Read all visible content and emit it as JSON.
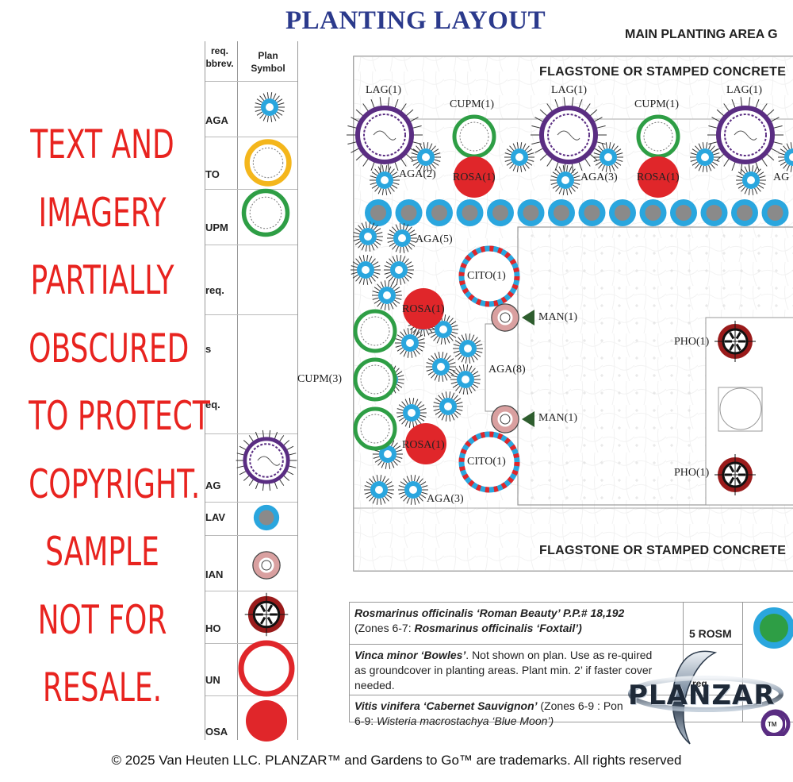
{
  "title": "PLANTING LAYOUT",
  "subtitle": "MAIN PLANTING AREA G",
  "watermark_lines": [
    "TEXT AND",
    "IMAGERY",
    "PARTIALLY",
    "OBSCURED",
    "TO PROTECT",
    "COPYRIGHT.",
    "SAMPLE",
    "NOT FOR",
    "RESALE."
  ],
  "legend": {
    "header_left_1": "req.",
    "header_left_2": "bbrev.",
    "header_right_1": "Plan",
    "header_right_2": "Symbol",
    "rows": [
      "AGA",
      "TO",
      "UPM",
      "req.",
      "s",
      "eq.",
      "AG",
      "LAV",
      "IAN",
      "HO",
      "UN",
      "OSA"
    ]
  },
  "plan": {
    "flagstone_top": "FLAGSTONE OR STAMPED CONCRETE",
    "flagstone_bottom": "FLAGSTONE OR STAMPED CONCRETE",
    "labels": [
      "LAG(1)",
      "CUPM(1)",
      "LAG(1)",
      "CUPM(1)",
      "LAG(1)",
      "AGA(2)",
      "ROSA(1)",
      "AGA(3)",
      "ROSA(1)",
      "AG",
      "AGA(5)",
      "CITO(1)",
      "ROSA(1)",
      "MAN(1)",
      "AGA(8)",
      "CUPM(3)",
      "MAN(1)",
      "ROSA(1)",
      "CITO(1)",
      "AGA(3)",
      "PHO(1)",
      "PHO(1)"
    ]
  },
  "table": {
    "row1_name": "Rosmarinus officinalis ‘Roman Beauty’ P.P.# 18,192",
    "row1_zones": "(Zones 6-7: ",
    "row1_alt": "Rosmarinus officinalis ‘Foxtail’)",
    "row1_qty": "5 ROSM",
    "row2_name": "Vinca minor ‘Bowles’",
    "row2_desc": ". Not shown on plan. Use as re-quired as groundcover in planting areas. Plant min. 2’ if faster cover needed.",
    "row2_qty": "req.",
    "row3_name": "Vitis vinifera ‘Cabernet Sauvignon’",
    "row3_zones": " (Zones 6-9 : ",
    "row3_zones2": "6-9: ",
    "row3_alt": "Wisteria macrostachya ‘Blue Moon’)",
    "row3_qty": "Pon"
  },
  "logo": "PLANZAR",
  "logo_tm": "TM",
  "copyright": "© 2025 Van Heuten LLC. PLANZAR™ and Gardens to Go™ are trademarks. All rights reserved",
  "colors": {
    "title": "#2b3a8c",
    "watermark": "#e8231f",
    "aga_blue": "#2aa6de",
    "lag_purple": "#5a2d82",
    "cupm_green": "#2e9e45",
    "rosa_red": "#e0262a",
    "cito_yellow": "#f4b61c",
    "man_pink": "#d9a0a0",
    "pho_darkred": "#9a1b1b"
  }
}
